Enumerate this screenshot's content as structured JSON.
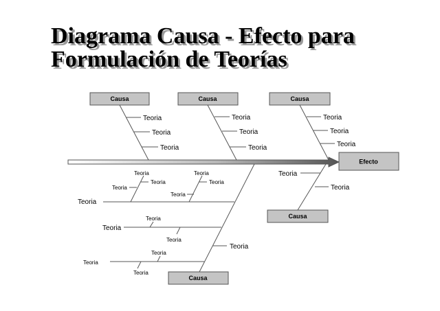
{
  "title": {
    "line1": "Diagrama Causa - Efecto para",
    "line2": "Formulación de Teorías"
  },
  "diagram": {
    "effect_label": "Efecto",
    "cause_label": "Causa",
    "theory_label": "Teoria",
    "colors": {
      "box_fill": "#c4c4c4",
      "line": "#555555",
      "title_shadow": "#9a9a9a"
    }
  }
}
